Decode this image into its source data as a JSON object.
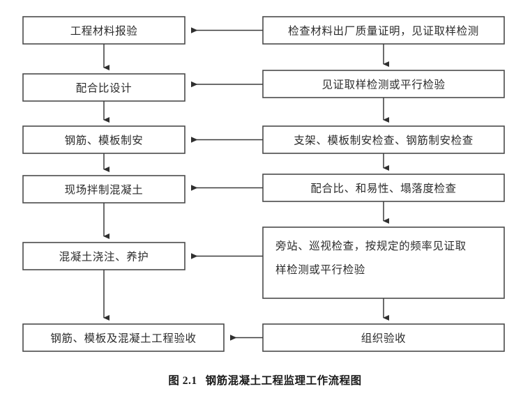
{
  "diagram": {
    "title_caption": {
      "number": "图 2.1",
      "text": "钢筋混凝土工程监理工作流程图"
    },
    "colors": {
      "box_stroke": "#4a4a4a",
      "connector": "#3b3b3b",
      "text": "#2b2b2b",
      "background": "#ffffff"
    },
    "left_column": [
      {
        "id": "left-1",
        "label": "工程材料报验"
      },
      {
        "id": "left-2",
        "label": "配合比设计"
      },
      {
        "id": "left-3",
        "label": "钢筋、模板制安"
      },
      {
        "id": "left-4",
        "label": "现场拌制混凝土"
      },
      {
        "id": "left-5",
        "label": "混凝土浇注、养护"
      },
      {
        "id": "left-6",
        "label": "钢筋、模板及混凝土工程验收"
      }
    ],
    "right_column": [
      {
        "id": "right-1",
        "label": "检查材料出厂质量证明，见证取样检测",
        "lines": [
          "检查材料出厂质量证明，见证取样检测"
        ]
      },
      {
        "id": "right-2",
        "label": "见证取样检测或平行检验",
        "lines": [
          "见证取样检测或平行检验"
        ]
      },
      {
        "id": "right-3",
        "label": "支架、模板制安检查、钢筋制安检查",
        "lines": [
          "支架、模板制安检查、钢筋制安检查"
        ]
      },
      {
        "id": "right-4",
        "label": "配合比、和易性、塌落度检查",
        "lines": [
          "配合比、和易性、塌落度检查"
        ]
      },
      {
        "id": "right-5",
        "label": "旁站、巡视检查，按规定的频率见证取样检测或平行检验",
        "lines": [
          "旁站、巡视检查，按规定的频率见证取",
          "样检测或平行检验"
        ]
      },
      {
        "id": "right-6",
        "label": "组织验收",
        "lines": [
          "组织验收"
        ]
      }
    ]
  }
}
